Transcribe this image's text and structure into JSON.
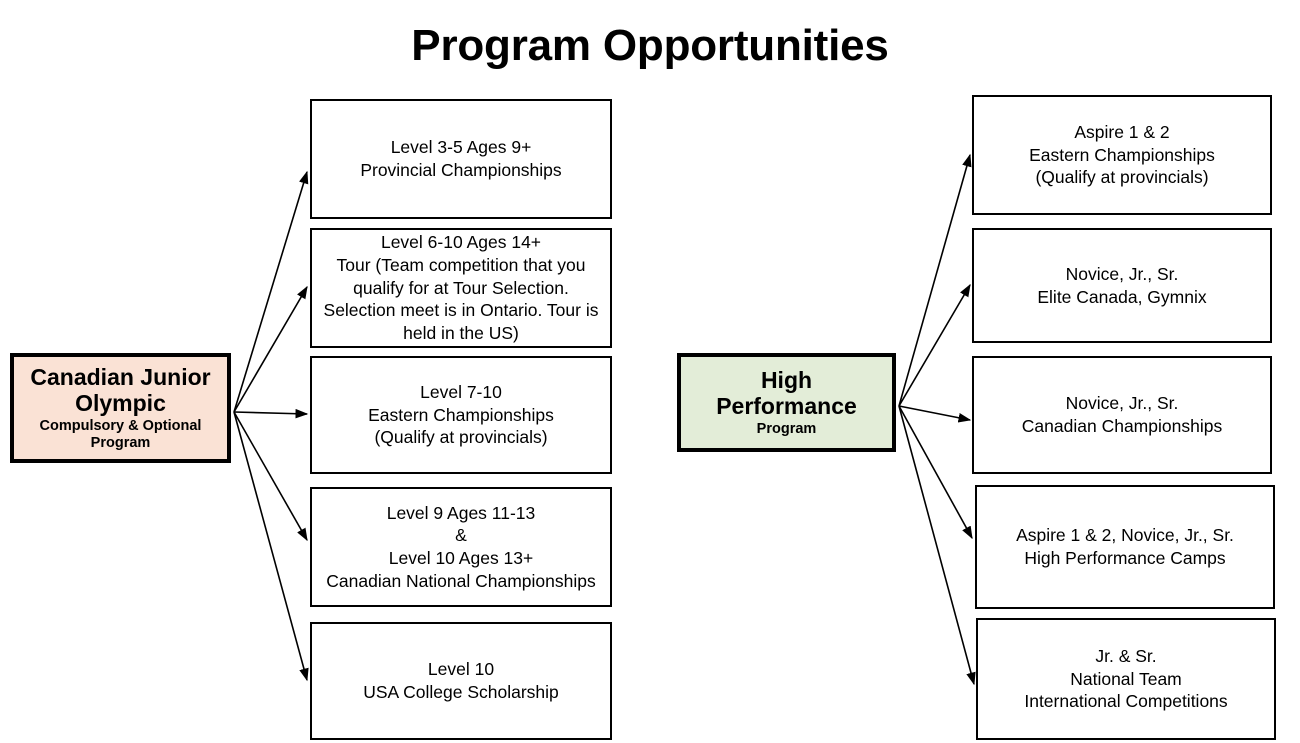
{
  "page": {
    "title": "Program Opportunities",
    "background_color": "#FFFFFF",
    "text_color": "#000000"
  },
  "programs": {
    "cjo": {
      "title": "Canadian Junior Olympic",
      "subtitle": "Compulsory & Optional Program",
      "fill_color": "#FAE2D5",
      "border_color": "#000000"
    },
    "hp": {
      "title": "High Performance",
      "subtitle": "Program",
      "fill_color": "#E3EDD8",
      "border_color": "#000000"
    }
  },
  "cjo_outcomes": [
    {
      "id": "provincial-championships",
      "lines": [
        "Level 3-5 Ages 9+",
        "Provincial Championships"
      ]
    },
    {
      "id": "tour",
      "lines": [
        "Level 6-10 Ages 14+",
        "Tour (Team competition that you",
        "qualify for at Tour Selection.",
        "Selection meet is in Ontario. Tour is",
        "held in the US)"
      ]
    },
    {
      "id": "eastern-championships",
      "lines": [
        "Level 7-10",
        "Eastern Championships",
        "(Qualify at provincials)"
      ]
    },
    {
      "id": "canadian-national-championships",
      "lines": [
        "Level 9 Ages 11-13",
        "&",
        "Level 10 Ages 13+",
        "Canadian National Championships"
      ]
    },
    {
      "id": "usa-college-scholarship",
      "lines": [
        "Level 10",
        "USA College Scholarship"
      ]
    }
  ],
  "hp_outcomes": [
    {
      "id": "aspire-eastern-championships",
      "lines": [
        "Aspire 1 & 2",
        "Eastern Championships",
        "(Qualify at provincials)"
      ]
    },
    {
      "id": "elite-canada-gymnix",
      "lines": [
        "Novice, Jr., Sr.",
        "Elite Canada, Gymnix"
      ]
    },
    {
      "id": "canadian-championships",
      "lines": [
        "Novice, Jr., Sr.",
        "Canadian Championships"
      ]
    },
    {
      "id": "high-performance-camps",
      "lines": [
        "Aspire 1 & 2, Novice, Jr., Sr.",
        "High Performance Camps"
      ]
    },
    {
      "id": "national-team-international",
      "lines": [
        "Jr. & Sr.",
        "National Team",
        "International Competitions"
      ]
    }
  ],
  "connectors": {
    "arrow_color": "#000000",
    "description": "Five arrows fan out from the right edge of each program box to each outcome box"
  }
}
